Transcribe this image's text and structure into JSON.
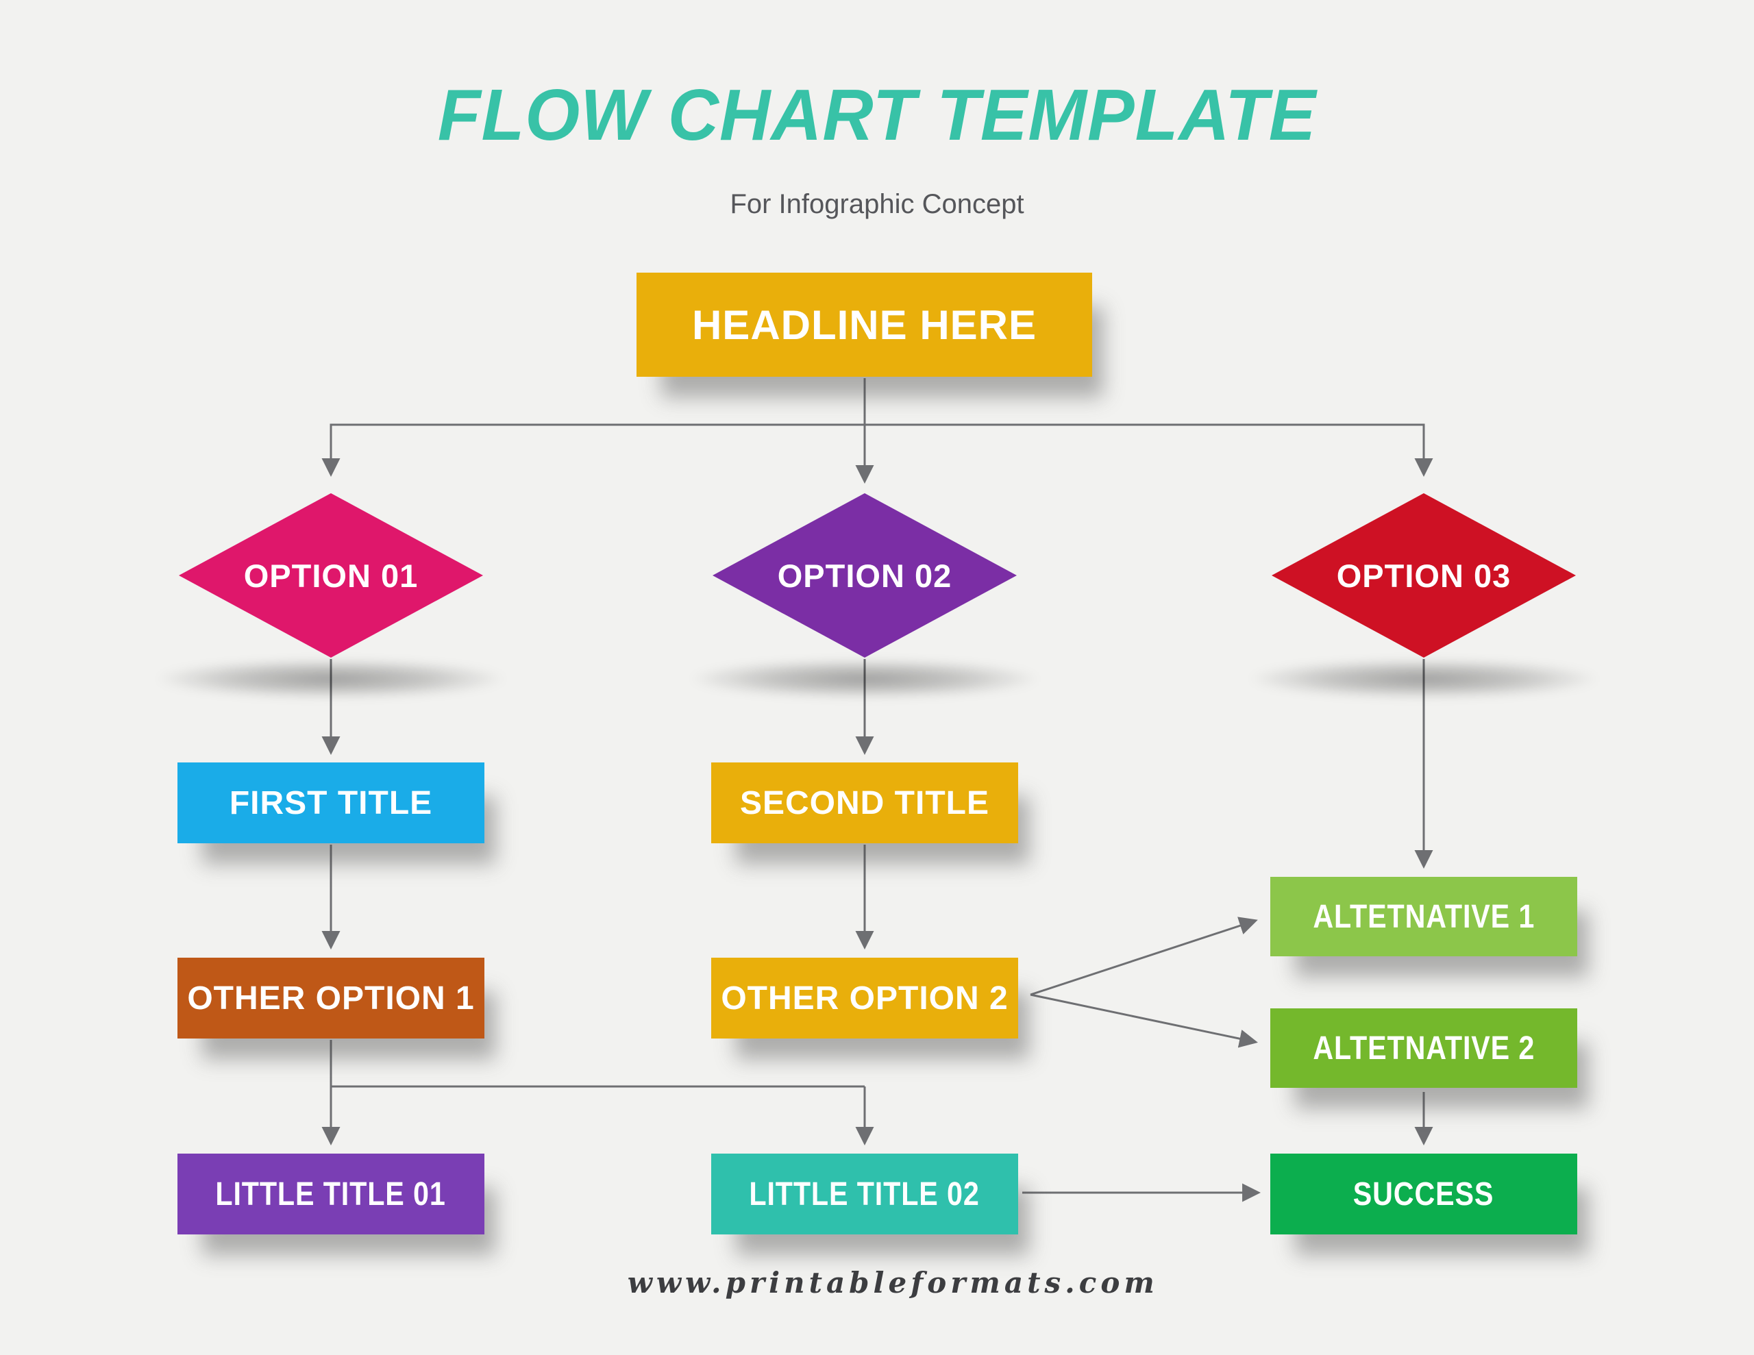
{
  "page": {
    "title": "FLOW CHART TEMPLATE",
    "subtitle": "For Infographic Concept",
    "footer": "www.printableformats.com",
    "background": "#F2F2F0",
    "title_color": "#38C2A7",
    "subtitle_color": "#55565A",
    "footer_color": "#3C3D40",
    "connector_color": "#6E6F72"
  },
  "nodes": {
    "headline": {
      "label": "HEADLINE HERE",
      "shape": "rectangle",
      "color": "#E9AF0B"
    },
    "option1": {
      "label": "OPTION 01",
      "shape": "diamond",
      "color": "#DF176B"
    },
    "option2": {
      "label": "OPTION 02",
      "shape": "diamond",
      "color": "#7B2EA5"
    },
    "option3": {
      "label": "OPTION 03",
      "shape": "diamond",
      "color": "#CE1124"
    },
    "first_title": {
      "label": "FIRST TITLE",
      "shape": "rectangle",
      "color": "#1AACE8"
    },
    "second_title": {
      "label": "SECOND TITLE",
      "shape": "rectangle",
      "color": "#E9AF0B"
    },
    "other_option1": {
      "label": "OTHER OPTION 1",
      "shape": "rectangle",
      "color": "#BF5817"
    },
    "other_option2": {
      "label": "OTHER OPTION 2",
      "shape": "rectangle",
      "color": "#E9AF0B"
    },
    "alternative1": {
      "label": "ALTETNATIVE 1",
      "shape": "rectangle",
      "color": "#8CC64A"
    },
    "alternative2": {
      "label": "ALTETNATIVE 2",
      "shape": "rectangle",
      "color": "#74B82C"
    },
    "little_title1": {
      "label": "LITTLE TITLE 01",
      "shape": "rectangle",
      "color": "#7A3EB4"
    },
    "little_title2": {
      "label": "LITTLE TITLE 02",
      "shape": "rectangle",
      "color": "#2FC0AC"
    },
    "success": {
      "label": "SUCCESS",
      "shape": "rectangle",
      "color": "#0CAE4E"
    }
  },
  "edges": [
    {
      "from": "headline",
      "to": "option1"
    },
    {
      "from": "headline",
      "to": "option2"
    },
    {
      "from": "headline",
      "to": "option3"
    },
    {
      "from": "option1",
      "to": "first_title"
    },
    {
      "from": "option2",
      "to": "second_title"
    },
    {
      "from": "option3",
      "to": "alternative1"
    },
    {
      "from": "first_title",
      "to": "other_option1"
    },
    {
      "from": "second_title",
      "to": "other_option2"
    },
    {
      "from": "other_option1",
      "to": "little_title1"
    },
    {
      "from": "other_option1",
      "to": "little_title2"
    },
    {
      "from": "other_option2",
      "to": "alternative1"
    },
    {
      "from": "other_option2",
      "to": "alternative2"
    },
    {
      "from": "alternative2",
      "to": "success"
    },
    {
      "from": "little_title2",
      "to": "success"
    }
  ]
}
